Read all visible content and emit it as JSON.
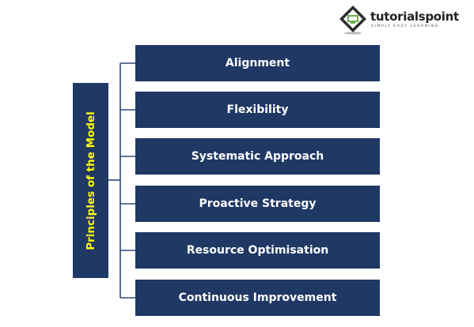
{
  "logo": {
    "name": "tutorialspoint",
    "tagline": "SIMPLY EASY LEARNING"
  },
  "root": {
    "label": "Principles of the Model"
  },
  "principles": [
    "Alignment",
    "Flexibility",
    "Systematic Approach",
    "Proactive Strategy",
    "Resource Optimisation",
    "Continuous Improvement"
  ],
  "colors": {
    "box_fill": "#1f3864",
    "box_text": "#ffffff",
    "root_text": "#ffff00",
    "connector": "#2e4a7a"
  }
}
